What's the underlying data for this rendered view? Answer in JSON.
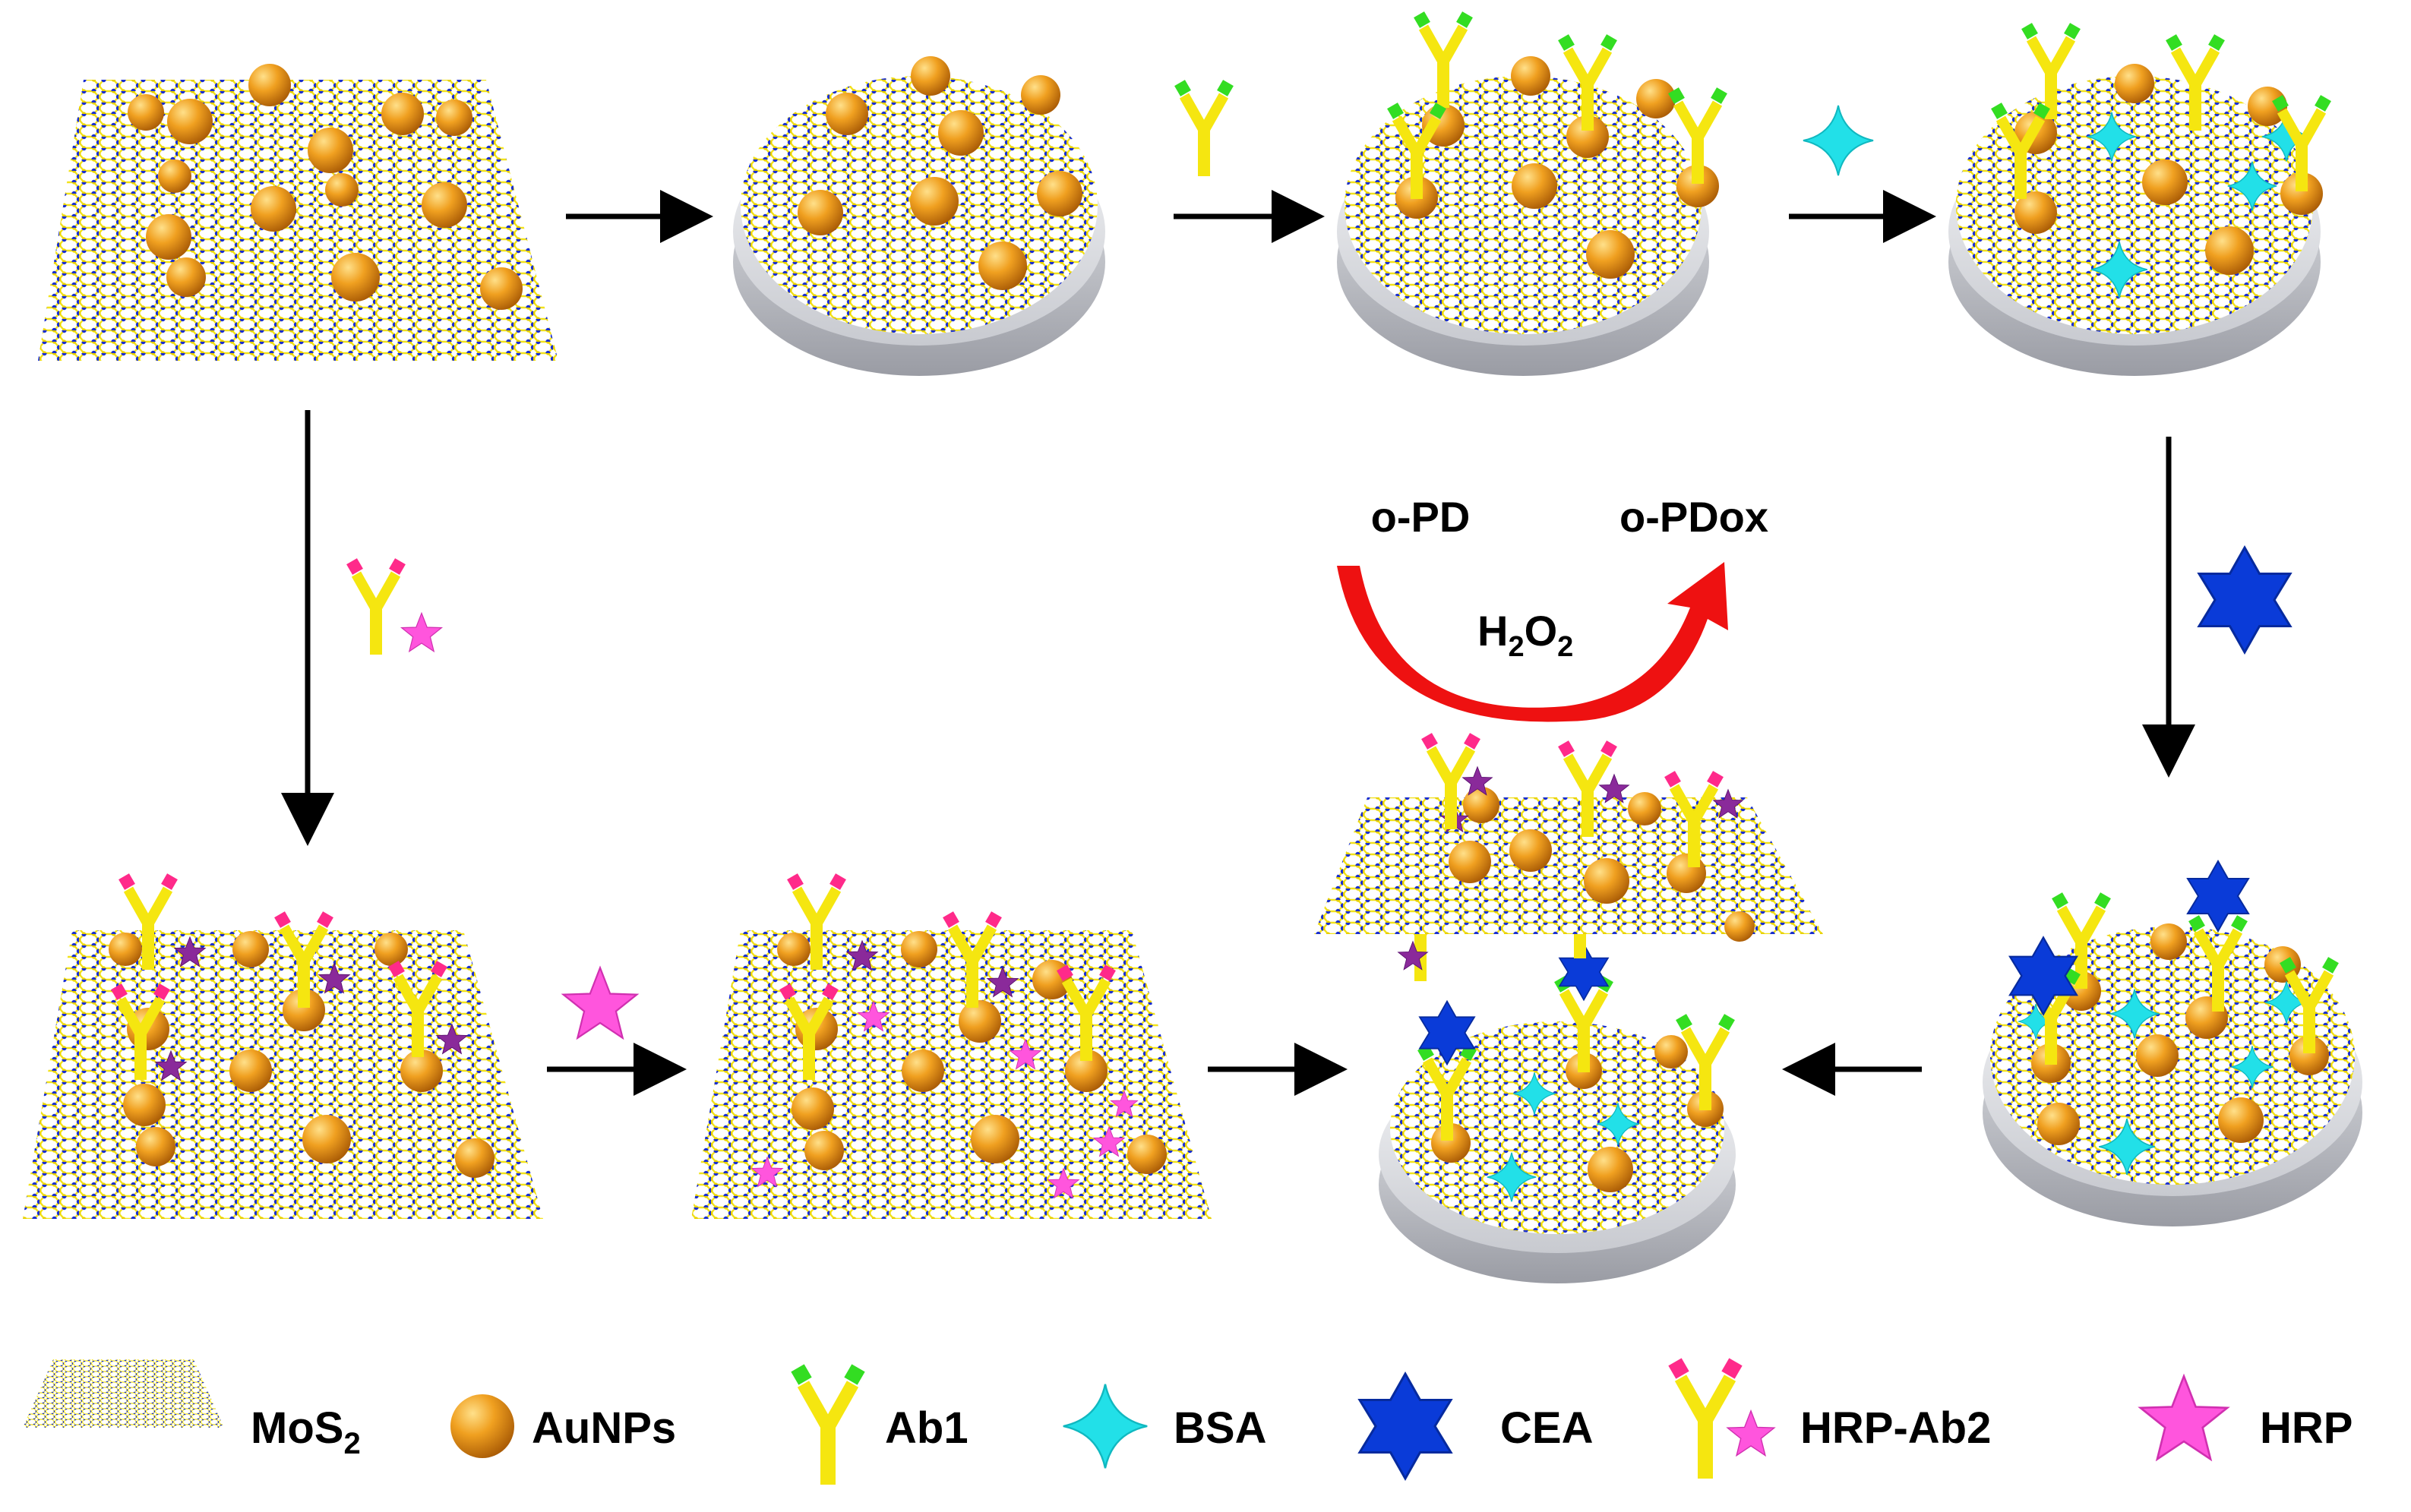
{
  "reaction": {
    "substrate": "o-PD",
    "product": "o-PDox",
    "oxidant_main": "H",
    "oxidant_sub1": "2",
    "oxidant_mid": "O",
    "oxidant_sub2": "2"
  },
  "legend": [
    {
      "key": "mos2",
      "label": "MoS",
      "sub": "2"
    },
    {
      "key": "aunps",
      "label": "AuNPs",
      "sub": ""
    },
    {
      "key": "ab1",
      "label": "Ab1",
      "sub": ""
    },
    {
      "key": "bsa",
      "label": "BSA",
      "sub": ""
    },
    {
      "key": "cea",
      "label": "CEA",
      "sub": ""
    },
    {
      "key": "hrp_ab2",
      "label": "HRP-Ab2",
      "sub": ""
    },
    {
      "key": "hrp",
      "label": "HRP",
      "sub": ""
    }
  ],
  "colors": {
    "lattice_yellow": "#f2e21a",
    "lattice_blue": "#1a2fd0",
    "aunp": "#e8901a",
    "antibody_yellow": "#f5e610",
    "ab1_tip": "#33dd22",
    "ab2_tip": "#ff2a8a",
    "bsa": "#22e0e8",
    "cea": "#0a3bd8",
    "hrp_bright": "#ff55dd",
    "hrp_dark": "#8a2a9a",
    "electrode": "#d2d4da",
    "reaction_arrow": "#ee1111"
  }
}
